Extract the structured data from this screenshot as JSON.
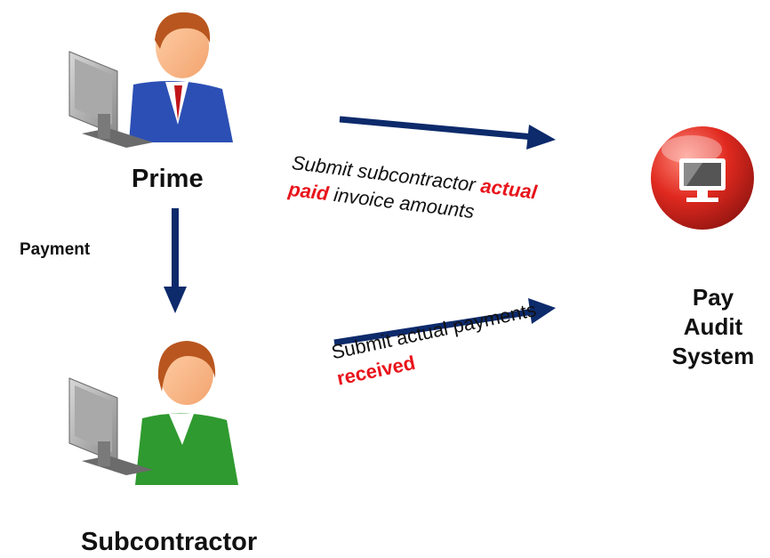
{
  "nodes": {
    "prime": "Prime",
    "subcontractor": "Subcontractor",
    "pay_audit": [
      "Pay",
      "Audit",
      "System"
    ]
  },
  "edges": {
    "payment": "Payment",
    "prime_note": {
      "text1": "Submit subcontractor ",
      "highlight1": "actual",
      "highlight2": "paid",
      "text2": " invoice amounts"
    },
    "sub_note": {
      "text1": "Submit actual payments",
      "highlight": "received"
    }
  },
  "colors": {
    "arrow": "#0d2a6b",
    "highlight": "#e8141b",
    "audit_icon": "#d7261e"
  },
  "icons": {
    "prime": "user-at-computer-icon",
    "subcontractor": "user-at-computer-icon",
    "pay_audit": "computer-monitor-icon"
  }
}
